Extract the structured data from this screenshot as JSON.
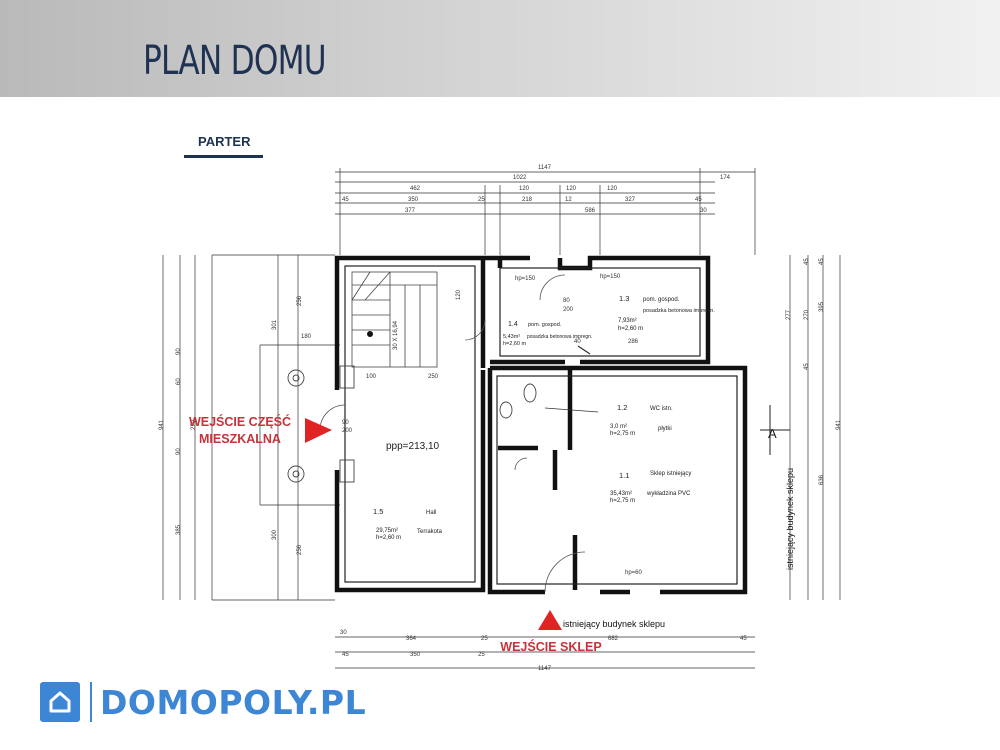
{
  "header": {
    "title": "PLAN DOMU"
  },
  "floor": {
    "label": "PARTER"
  },
  "annotations": {
    "entrance_residential": "WEJŚCIE CZĘŚĆ MIESZKALNA",
    "entrance_shop": "WEJŚCIE SKLEP"
  },
  "plan": {
    "ppp": "ppp=213,10",
    "building_label": "istniejący budynek sklepu",
    "section_mark": "A",
    "rooms": [
      {
        "id": "1.1",
        "name": "Sklep istniejący",
        "area": "35,43m²",
        "height": "h=2,75 m",
        "floor": "wykładzina PVC"
      },
      {
        "id": "1.2",
        "name": "WC istn.",
        "area": "3,0 m²",
        "height": "h=2,75 m",
        "floor": "płytki"
      },
      {
        "id": "1.3",
        "name": "pom. gospod.",
        "area": "7,93m²",
        "height": "h=2,60 m",
        "floor": "posadzka betonowa impregn."
      },
      {
        "id": "1.4",
        "name": "pom. gospod.",
        "area": "5,43m²",
        "height": "h=2,60 m",
        "floor": "posadzka betonowa impregn."
      },
      {
        "id": "1.5",
        "name": "Hall",
        "area": "29,75m²",
        "height": "h=2,60 m",
        "floor": "Terrakota"
      }
    ],
    "dims_top": [
      "1147",
      "1022",
      "462",
      "120",
      "120",
      "120",
      "174",
      "45",
      "350",
      "25",
      "218",
      "12",
      "327",
      "45",
      "377",
      "586",
      "30"
    ],
    "dims_bottom": [
      "30",
      "364",
      "25",
      "682",
      "45",
      "45",
      "350",
      "25",
      "1147"
    ],
    "dims_left": [
      "256",
      "301",
      "180",
      "90",
      "60",
      "90",
      "270",
      "941",
      "385",
      "300",
      "256"
    ],
    "dims_right": [
      "45",
      "45",
      "277",
      "270",
      "395",
      "45",
      "941",
      "636"
    ],
    "dims_interior": [
      "100",
      "250",
      "120",
      "80",
      "200",
      "40",
      "286",
      "90",
      "200",
      "hp=150",
      "hp=150",
      "hp=60",
      "30 X 16,94"
    ]
  },
  "logo": {
    "text": "DOMOPOLY.PL"
  },
  "colors": {
    "brand": "#3d86d6",
    "title": "#1f3252",
    "arrow": "#e02424"
  }
}
